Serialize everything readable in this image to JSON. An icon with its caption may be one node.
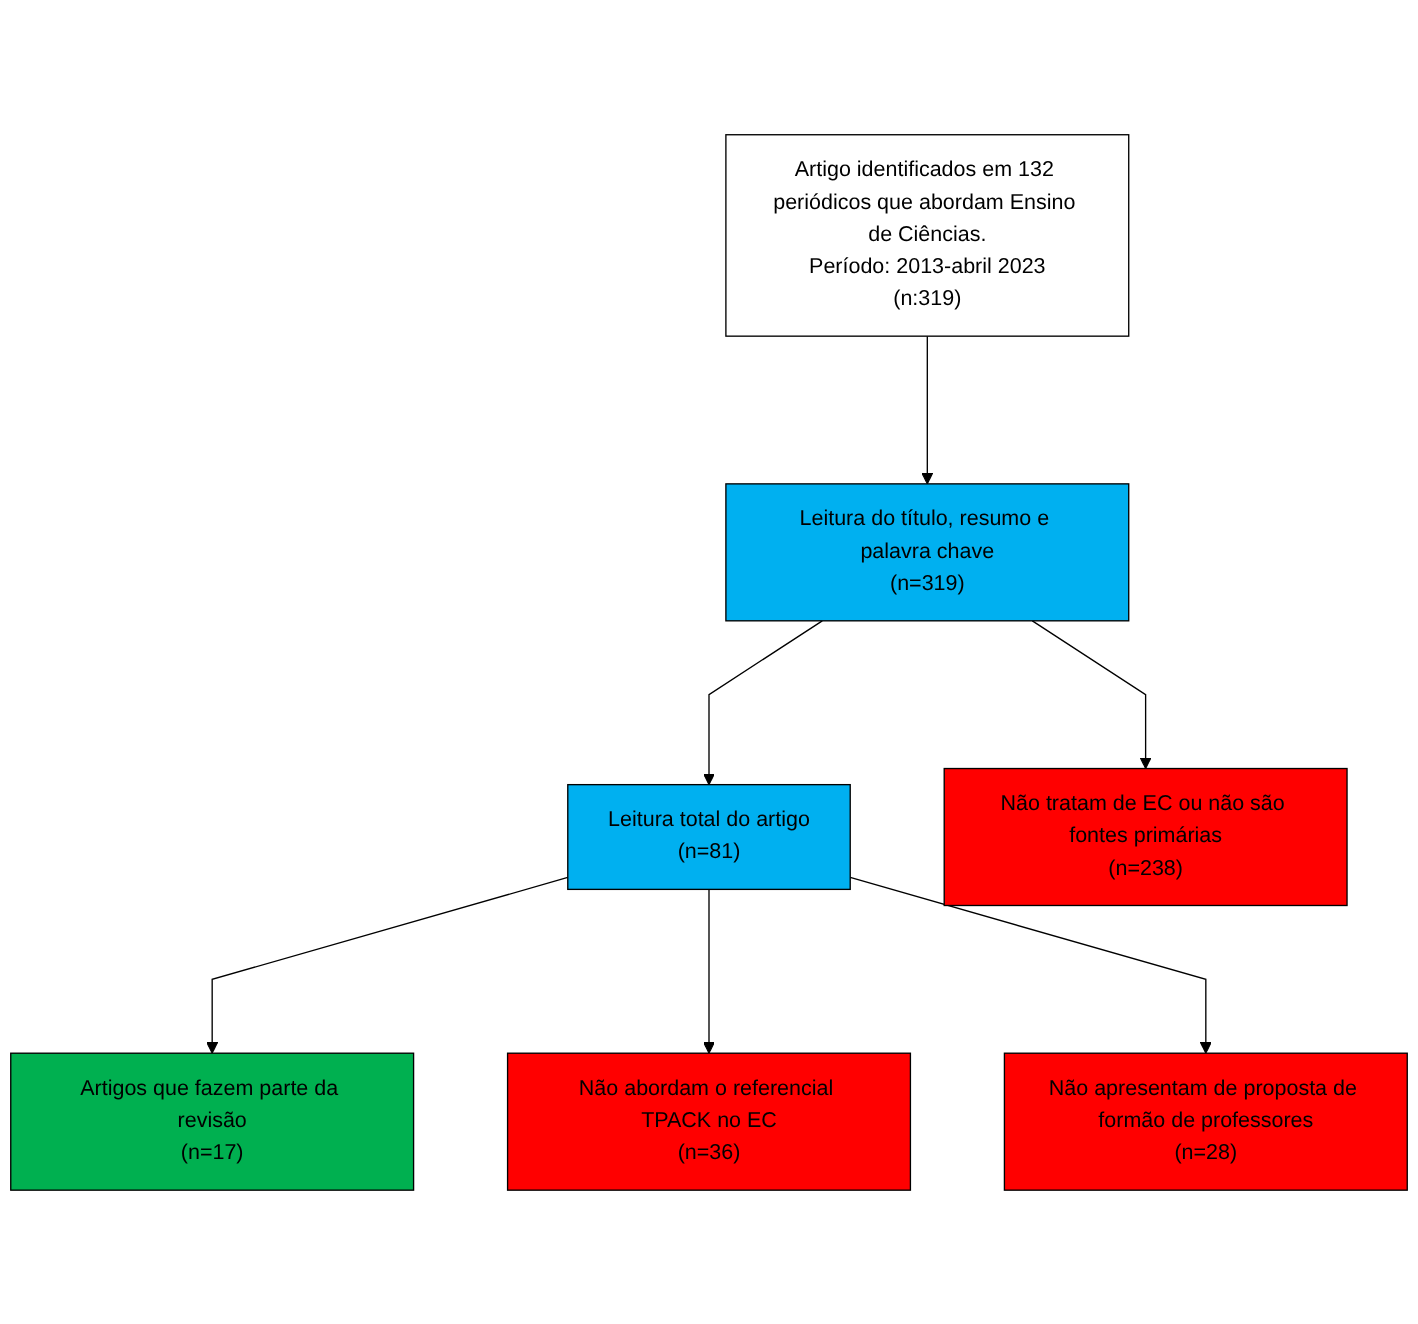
{
  "diagram": {
    "nodes": [
      {
        "text": [
          "Artigo identificados em 132 periódicos que abordam Ensino de Ciências.",
          "Período: 2013-abril 2023",
          "(n:319)"
        ]
      },
      {
        "text": [
          "Leitura do título, resumo e palavra chave",
          "(n=319)"
        ]
      },
      {
        "text": [
          "Não tratam de EC ou não são fontes primárias",
          "(n=238)"
        ]
      },
      {
        "text": [
          "Leitura total do artigo",
          "(n=81)"
        ]
      },
      {
        "text": [
          "Não abordam o referencial TPACK no EC",
          "(n=36)"
        ]
      },
      {
        "text": [
          "Não apresentam de proposta de formão de professores",
          "(n=28)"
        ]
      },
      {
        "text": [
          "Artigos que fazem parte da revisão",
          "(n=17)"
        ]
      }
    ],
    "edges": [
      {
        "from": 0,
        "to": 1,
        "arrow": "to"
      },
      {
        "from": 1,
        "to": 3,
        "arrow": "to"
      },
      {
        "from": 3,
        "to": 6,
        "arrow": "to"
      },
      {
        "from": 1,
        "to": 2,
        "arrow": "to"
      },
      {
        "from": 3,
        "to": 4,
        "arrow": "to"
      },
      {
        "from": 3,
        "to": 5,
        "arrow": "to"
      }
    ]
  }
}
